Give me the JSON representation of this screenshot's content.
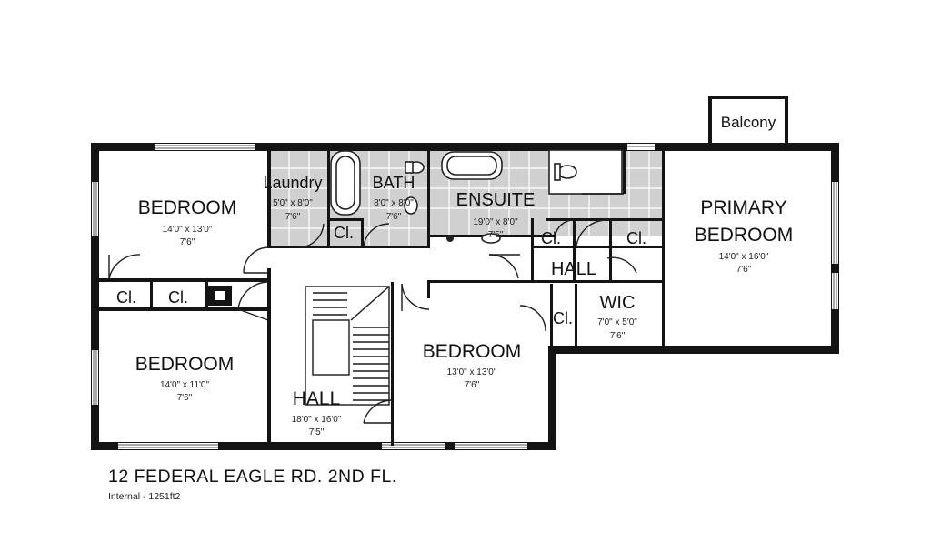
{
  "plan": {
    "rooms": {
      "bedroom_nw": {
        "name": "BEDROOM",
        "dims": "14'0\" x 13'0\"",
        "height": "7'6\""
      },
      "bedroom_sw": {
        "name": "BEDROOM",
        "dims": "14'0\" x 11'0\"",
        "height": "7'6\""
      },
      "laundry": {
        "name": "Laundry",
        "dims": "5'0\" x 8'0\"",
        "height": "7'6\""
      },
      "bath": {
        "name": "BATH",
        "dims": "8'0\" x 8'0\"",
        "height": "7'6\""
      },
      "ensuite": {
        "name": "ENSUITE",
        "dims": "19'0\" x 8'0\"",
        "height": "7'5\""
      },
      "primary_bedroom": {
        "name_line1": "PRIMARY",
        "name_line2": "BEDROOM",
        "dims": "14'0\" x 16'0\"",
        "height": "7'6\""
      },
      "hall_main": {
        "name": "HALL",
        "dims": "18'0\" x 16'0\"",
        "height": "7'5\""
      },
      "bedroom_center": {
        "name": "BEDROOM",
        "dims": "13'0\" x 13'0\"",
        "height": "7'6\""
      },
      "hall_small": {
        "name": "HALL"
      },
      "wic": {
        "name": "WIC",
        "dims": "7'0\" x 5'0\"",
        "height": "7'6\""
      }
    },
    "closets": {
      "cl_bath": "Cl.",
      "cl_ensuite": "Cl.",
      "cl_primary": "Cl.",
      "cl_west_a": "Cl.",
      "cl_west_b": "Cl.",
      "cl_wic": "Cl."
    },
    "balcony": "Balcony"
  },
  "footer": {
    "title": "12 FEDERAL EAGLE RD. 2ND FL.",
    "subtitle": "Internal - 1251ft2"
  }
}
